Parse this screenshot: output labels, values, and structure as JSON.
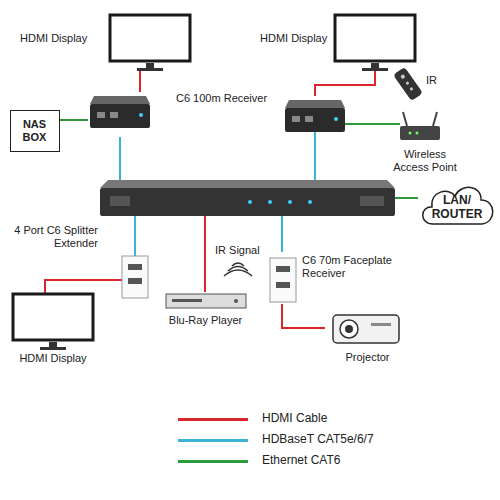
{
  "diagram": {
    "nodes": [
      {
        "text": [
          "HDMI Display"
        ]
      },
      {
        "text": [
          "HDMI Display"
        ]
      },
      {
        "text": [
          "NAS BOX"
        ]
      },
      {
        "text": [
          "C6 100m Receiver"
        ]
      },
      {
        "text": [
          "Wireless Access Point"
        ]
      },
      {
        "text": [
          "4 Port C6 Splitter Extender"
        ]
      },
      {
        "text": [
          "LAN/ ROUTER"
        ]
      },
      {
        "text": [
          "C6 70m Faceplate Receiver"
        ]
      },
      {
        "text": [
          "HDMI Display"
        ]
      },
      {
        "text": [
          "Blu-Ray Player"
        ]
      },
      {
        "text": [
          "Projector"
        ]
      }
    ],
    "edges": [
      {
        "from": 0,
        "to": 3,
        "arrow": "none"
      },
      {
        "from": 2,
        "to": 3,
        "arrow": "none"
      },
      {
        "from": 3,
        "to": 5,
        "arrow": "none"
      },
      {
        "from": 5,
        "to": 6,
        "arrow": "none"
      },
      {
        "from": 5,
        "to": 9,
        "arrow": "none"
      },
      {
        "from": 5,
        "to": 7,
        "arrow": "none"
      },
      {
        "from": 7,
        "to": 10,
        "arrow": "none"
      }
    ],
    "labels": [
      "IR",
      "IR Signal"
    ],
    "legend": [
      {
        "text": "HDMI Cable",
        "color": "#d9262c"
      },
      {
        "text": "HDBaseT CAT5e/6/7",
        "color": "#3bb3d6"
      },
      {
        "text": "Ethernet CAT6",
        "color": "#2a9a3a"
      }
    ]
  }
}
